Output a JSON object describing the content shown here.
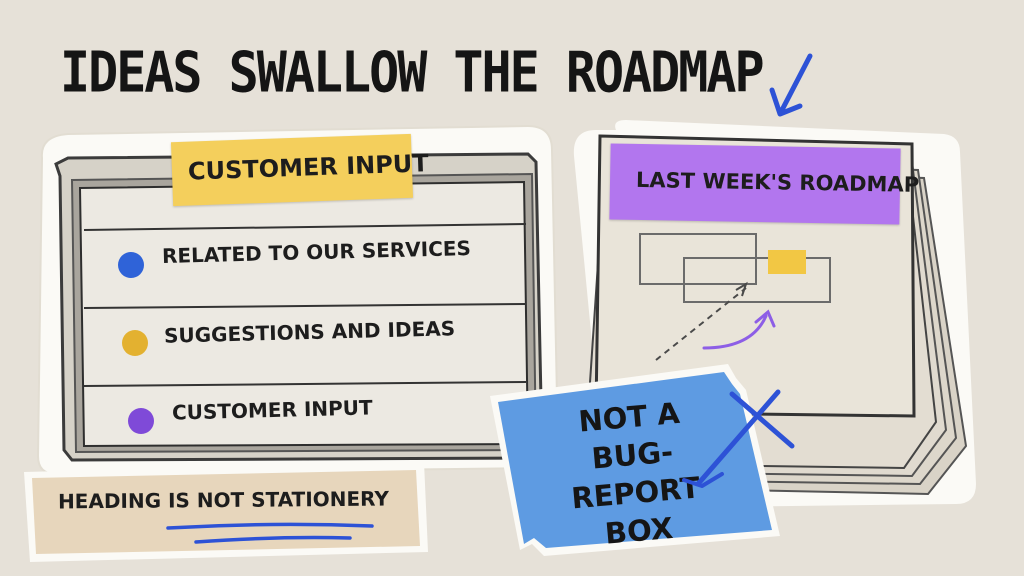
{
  "title": "IDEAS SWALLOW THE ROADMAP",
  "input_panel": {
    "tag": "CUSTOMER INPUT",
    "items": [
      {
        "label": "RELATED TO OUR SERVICES",
        "color": "#2f63d8"
      },
      {
        "label": "SUGGESTIONS AND IDEAS",
        "color": "#e3b130"
      },
      {
        "label": "CUSTOMER INPUT",
        "color": "#7f4ad8"
      }
    ]
  },
  "roadmap": {
    "tag": "LAST WEEK'S ROADMAP"
  },
  "note_blue": {
    "lines": [
      "NOT A",
      "BUG-REPORT",
      "BOX"
    ]
  },
  "note_beige": {
    "text": "HEADING IS NOT STATIONERY"
  },
  "colors": {
    "background": "#e6e1d8",
    "yellow_tag": "#f4cf5c",
    "purple_tag": "#b276ee",
    "blue_note": "#5e9be2",
    "accent_blue": "#2d52d6"
  }
}
